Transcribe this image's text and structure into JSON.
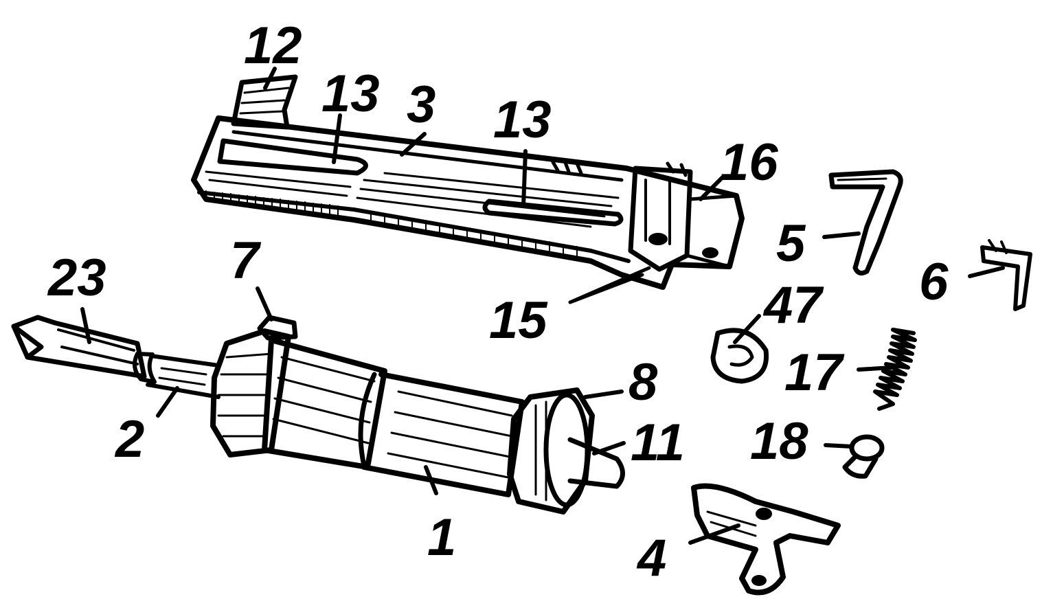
{
  "diagram": {
    "labels": [
      {
        "id": "p12",
        "text": "12"
      },
      {
        "id": "p13a",
        "text": "13"
      },
      {
        "id": "p3",
        "text": "3"
      },
      {
        "id": "p13b",
        "text": "13"
      },
      {
        "id": "p16",
        "text": "16"
      },
      {
        "id": "p5",
        "text": "5"
      },
      {
        "id": "p6",
        "text": "6"
      },
      {
        "id": "p7",
        "text": "7"
      },
      {
        "id": "p23",
        "text": "23"
      },
      {
        "id": "p15",
        "text": "15"
      },
      {
        "id": "p47",
        "text": "47"
      },
      {
        "id": "p8",
        "text": "8"
      },
      {
        "id": "p17",
        "text": "17"
      },
      {
        "id": "p2",
        "text": "2"
      },
      {
        "id": "p11",
        "text": "11"
      },
      {
        "id": "p18",
        "text": "18"
      },
      {
        "id": "p1",
        "text": "1"
      },
      {
        "id": "p4",
        "text": "4"
      }
    ]
  },
  "colors": {
    "ink": "#000000",
    "paper": "#ffffff"
  }
}
